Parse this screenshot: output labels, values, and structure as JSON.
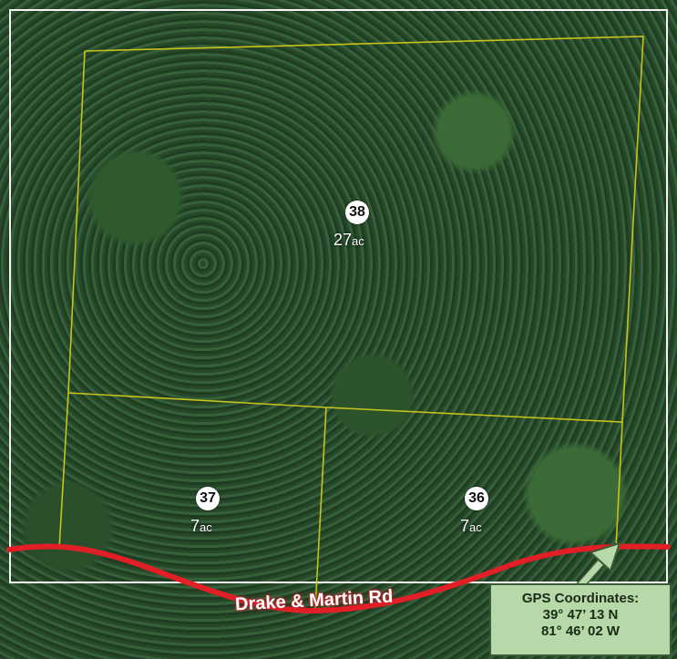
{
  "map": {
    "parcels": [
      {
        "number": "38",
        "acres": "27",
        "unit": "ac"
      },
      {
        "number": "37",
        "acres": "7",
        "unit": "ac"
      },
      {
        "number": "36",
        "acres": "7",
        "unit": "ac"
      }
    ],
    "road_label": "Drake & Martin Rd",
    "gps": {
      "title": "GPS Coordinates:",
      "lat": "39° 47’ 13 N",
      "lon": "81° 46’ 02 W"
    },
    "colors": {
      "boundary": "#c8c21c",
      "road": "#e21e26",
      "callout_bg": "#b7d8a8"
    }
  }
}
